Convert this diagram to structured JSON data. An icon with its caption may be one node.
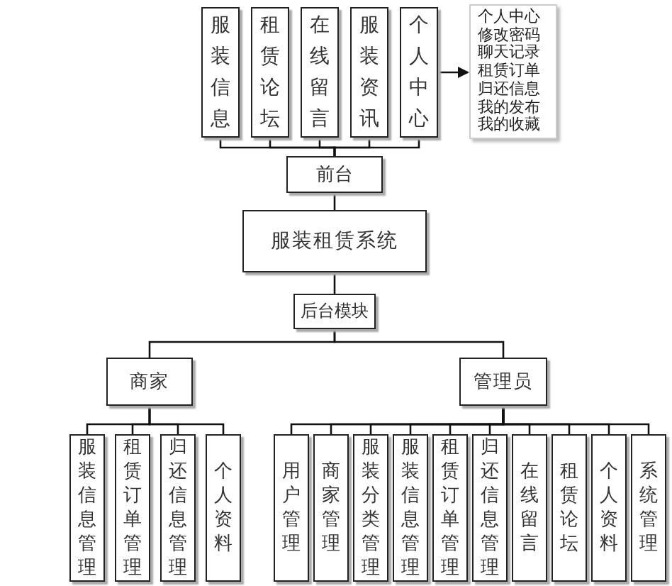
{
  "diagram": {
    "nodes": [
      {
        "text": [
          "服装信息"
        ]
      },
      {
        "text": [
          "租赁论坛"
        ]
      },
      {
        "text": [
          "在线留言"
        ]
      },
      {
        "text": [
          "服装资讯"
        ]
      },
      {
        "text": [
          "个人中心"
        ]
      },
      {
        "text": [
          "个人中心",
          "修改密码",
          "聊天记录",
          "租赁订单",
          "归还信息",
          "我的发布",
          "我的收藏"
        ]
      },
      {
        "text": [
          "前台"
        ]
      },
      {
        "text": [
          "服装租赁系统"
        ]
      },
      {
        "text": [
          "后台模块"
        ]
      },
      {
        "text": [
          "商家"
        ]
      },
      {
        "text": [
          "管理员"
        ]
      },
      {
        "text": [
          "服装信息管理"
        ]
      },
      {
        "text": [
          "租赁订单管理"
        ]
      },
      {
        "text": [
          "归还信息管理"
        ]
      },
      {
        "text": [
          "个人资料"
        ]
      },
      {
        "text": [
          "用户管理"
        ]
      },
      {
        "text": [
          "商家管理"
        ]
      },
      {
        "text": [
          "服装分类管理"
        ]
      },
      {
        "text": [
          "服装信息管理"
        ]
      },
      {
        "text": [
          "租赁订单管理"
        ]
      },
      {
        "text": [
          "归还信息管理"
        ]
      },
      {
        "text": [
          "在线留言"
        ]
      },
      {
        "text": [
          "租赁论坛"
        ]
      },
      {
        "text": [
          "个人资料"
        ]
      },
      {
        "text": [
          "系统管理"
        ]
      }
    ],
    "edges": [
      {
        "from": 0,
        "to": 6,
        "arrow": "none"
      },
      {
        "from": 1,
        "to": 6,
        "arrow": "none"
      },
      {
        "from": 2,
        "to": 6,
        "arrow": "none"
      },
      {
        "from": 3,
        "to": 6,
        "arrow": "none"
      },
      {
        "from": 4,
        "to": 6,
        "arrow": "none"
      },
      {
        "from": 4,
        "to": 5,
        "arrow": "to"
      },
      {
        "from": 6,
        "to": 7,
        "arrow": "none"
      },
      {
        "from": 7,
        "to": 8,
        "arrow": "none"
      },
      {
        "from": 8,
        "to": 9,
        "arrow": "none"
      },
      {
        "from": 8,
        "to": 10,
        "arrow": "none"
      },
      {
        "from": 9,
        "to": 11,
        "arrow": "none"
      },
      {
        "from": 9,
        "to": 12,
        "arrow": "none"
      },
      {
        "from": 9,
        "to": 13,
        "arrow": "none"
      },
      {
        "from": 9,
        "to": 14,
        "arrow": "none"
      },
      {
        "from": 10,
        "to": 15,
        "arrow": "none"
      },
      {
        "from": 10,
        "to": 16,
        "arrow": "none"
      },
      {
        "from": 10,
        "to": 17,
        "arrow": "none"
      },
      {
        "from": 10,
        "to": 18,
        "arrow": "none"
      },
      {
        "from": 10,
        "to": 19,
        "arrow": "none"
      },
      {
        "from": 10,
        "to": 20,
        "arrow": "none"
      },
      {
        "from": 10,
        "to": 21,
        "arrow": "none"
      },
      {
        "from": 10,
        "to": 22,
        "arrow": "none"
      },
      {
        "from": 10,
        "to": 23,
        "arrow": "none"
      },
      {
        "from": 10,
        "to": 24,
        "arrow": "none"
      }
    ]
  }
}
